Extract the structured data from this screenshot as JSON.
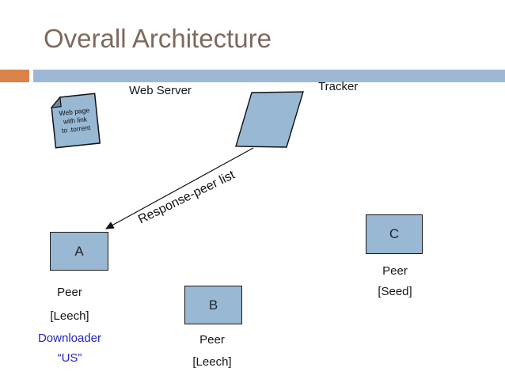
{
  "title": "Overall Architecture",
  "colors": {
    "accent_orange": "#da8248",
    "accent_blue": "#9cb8d5",
    "shape_fill": "#98b8d4",
    "blue_text": "#2424bd",
    "title_text": "#7d695e"
  },
  "labels": {
    "web_server": "Web Server",
    "tracker": "Tracker",
    "arrow": "Response-peer list"
  },
  "note": {
    "line1": "Web page",
    "line2": "with link",
    "line3": "to .torrent"
  },
  "nodes": {
    "a": {
      "letter": "A",
      "line1": "Peer",
      "line2": "[Leech]",
      "line3": "Downloader",
      "line4": "“US”"
    },
    "b": {
      "letter": "B",
      "line1": "Peer",
      "line2": "[Leech]"
    },
    "c": {
      "letter": "C",
      "line1": "Peer",
      "line2": "[Seed]"
    }
  }
}
